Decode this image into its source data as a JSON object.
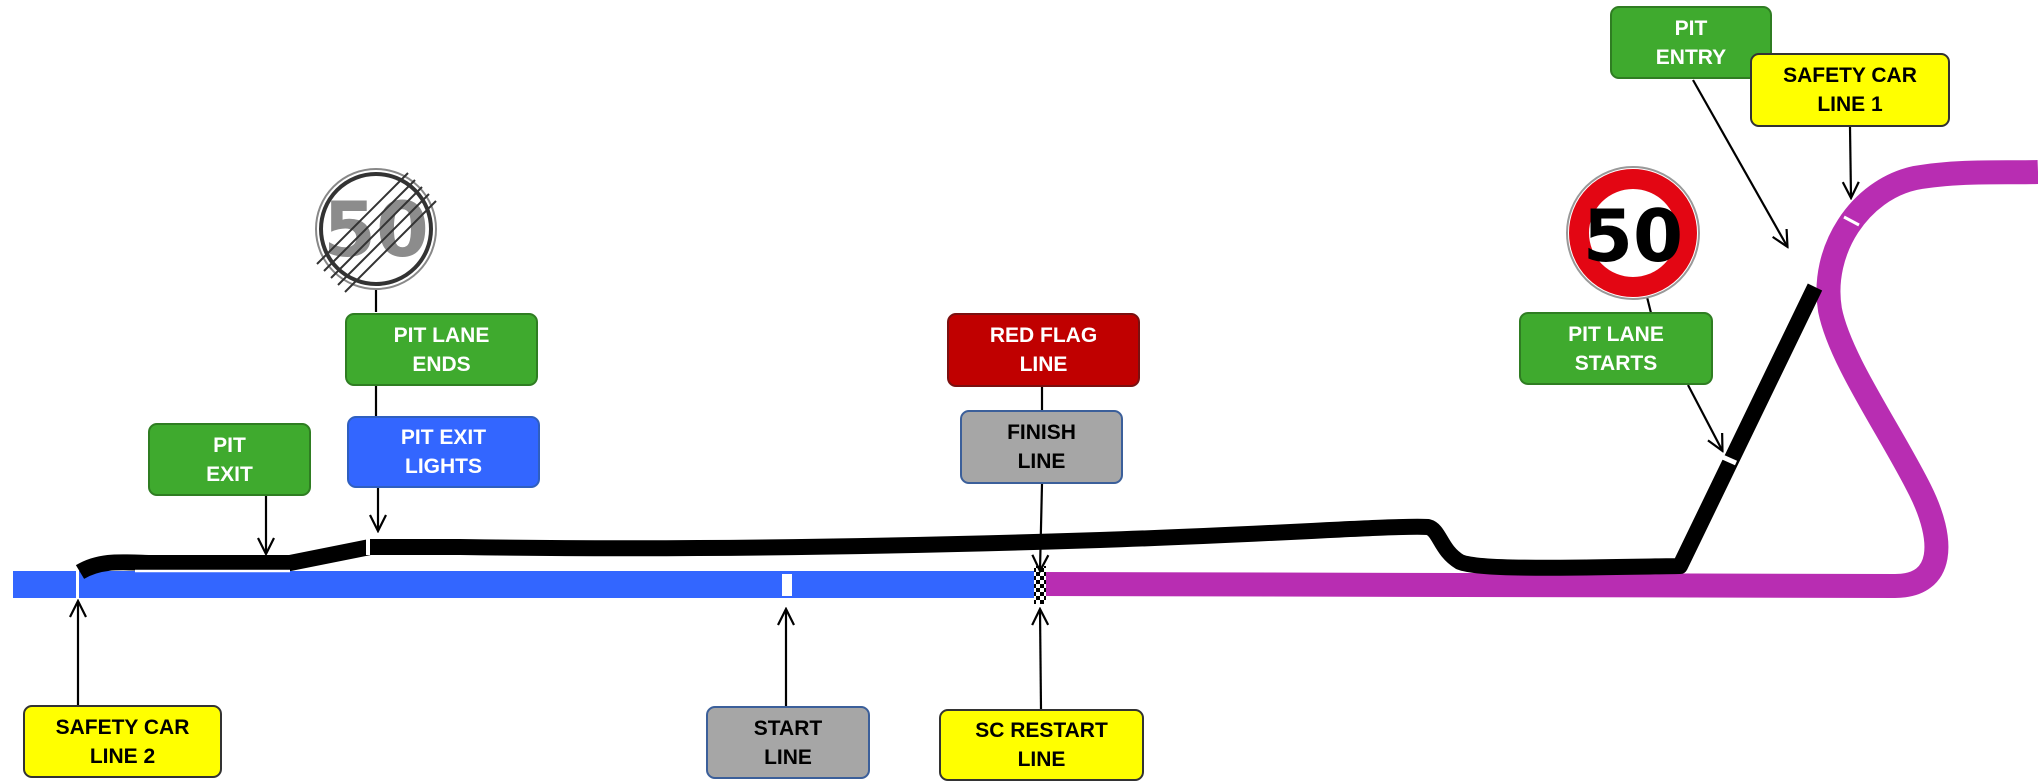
{
  "labels": {
    "pit_entry": [
      "PIT",
      "ENTRY"
    ],
    "safety_car_line_1": [
      "SAFETY CAR",
      "LINE 1"
    ],
    "pit_lane_ends": [
      "PIT LANE",
      "ENDS"
    ],
    "pit_exit": [
      "PIT",
      "EXIT"
    ],
    "pit_exit_lights": [
      "PIT EXIT",
      "LIGHTS"
    ],
    "red_flag_line": [
      "RED FLAG",
      "LINE"
    ],
    "finish_line": [
      "FINISH",
      "LINE"
    ],
    "pit_lane_starts": [
      "PIT LANE",
      "STARTS"
    ],
    "safety_car_line_2": [
      "SAFETY CAR",
      "LINE 2"
    ],
    "start_line": [
      "START",
      "LINE"
    ],
    "sc_restart_line": [
      "SC RESTART",
      "LINE"
    ]
  },
  "signs": {
    "speed_limit": "50",
    "end_speed_limit": "50"
  },
  "colors": {
    "track_main": "#3366ff",
    "track_loop": "#b82db2",
    "pit_lane": "#000000",
    "green_box": "#3faa2e",
    "blue_box": "#3366ff",
    "yellow_box": "#ffff00",
    "grey_box": "#a6a6a6",
    "red_box": "#c00000",
    "sign_ring": "#e30613"
  }
}
